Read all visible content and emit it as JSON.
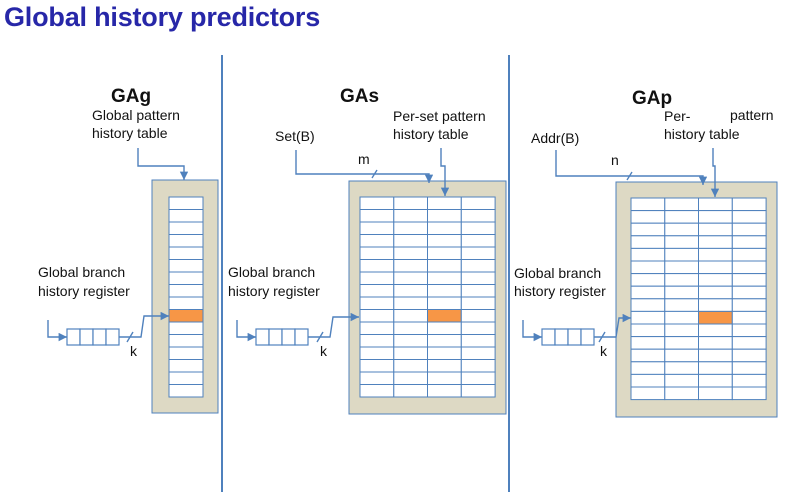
{
  "title": "Global history predictors",
  "colors": {
    "title": "#2727a8",
    "line": "#4f81bd",
    "table_bg": "#ddd9c4",
    "cell_border": "#4f81bd",
    "highlight": "#f79646"
  },
  "schemes": [
    {
      "name": "GAg",
      "table_label": [
        "Global pattern",
        "history table"
      ],
      "register_label": [
        "Global branch",
        "history register"
      ],
      "k_label": "k",
      "select_label": "",
      "select_bits": ""
    },
    {
      "name": "GAs",
      "table_label": [
        "Per-set pattern",
        "history table"
      ],
      "register_label": [
        "Global branch",
        "history register"
      ],
      "k_label": "k",
      "select_label": "Set(B)",
      "select_bits": "m"
    },
    {
      "name": "GAp",
      "table_label": [
        "Per-",
        "pattern",
        "history table"
      ],
      "register_label": [
        "Global branch",
        "history register"
      ],
      "k_label": "k",
      "select_label": "Addr(B)",
      "select_bits": "n"
    }
  ]
}
